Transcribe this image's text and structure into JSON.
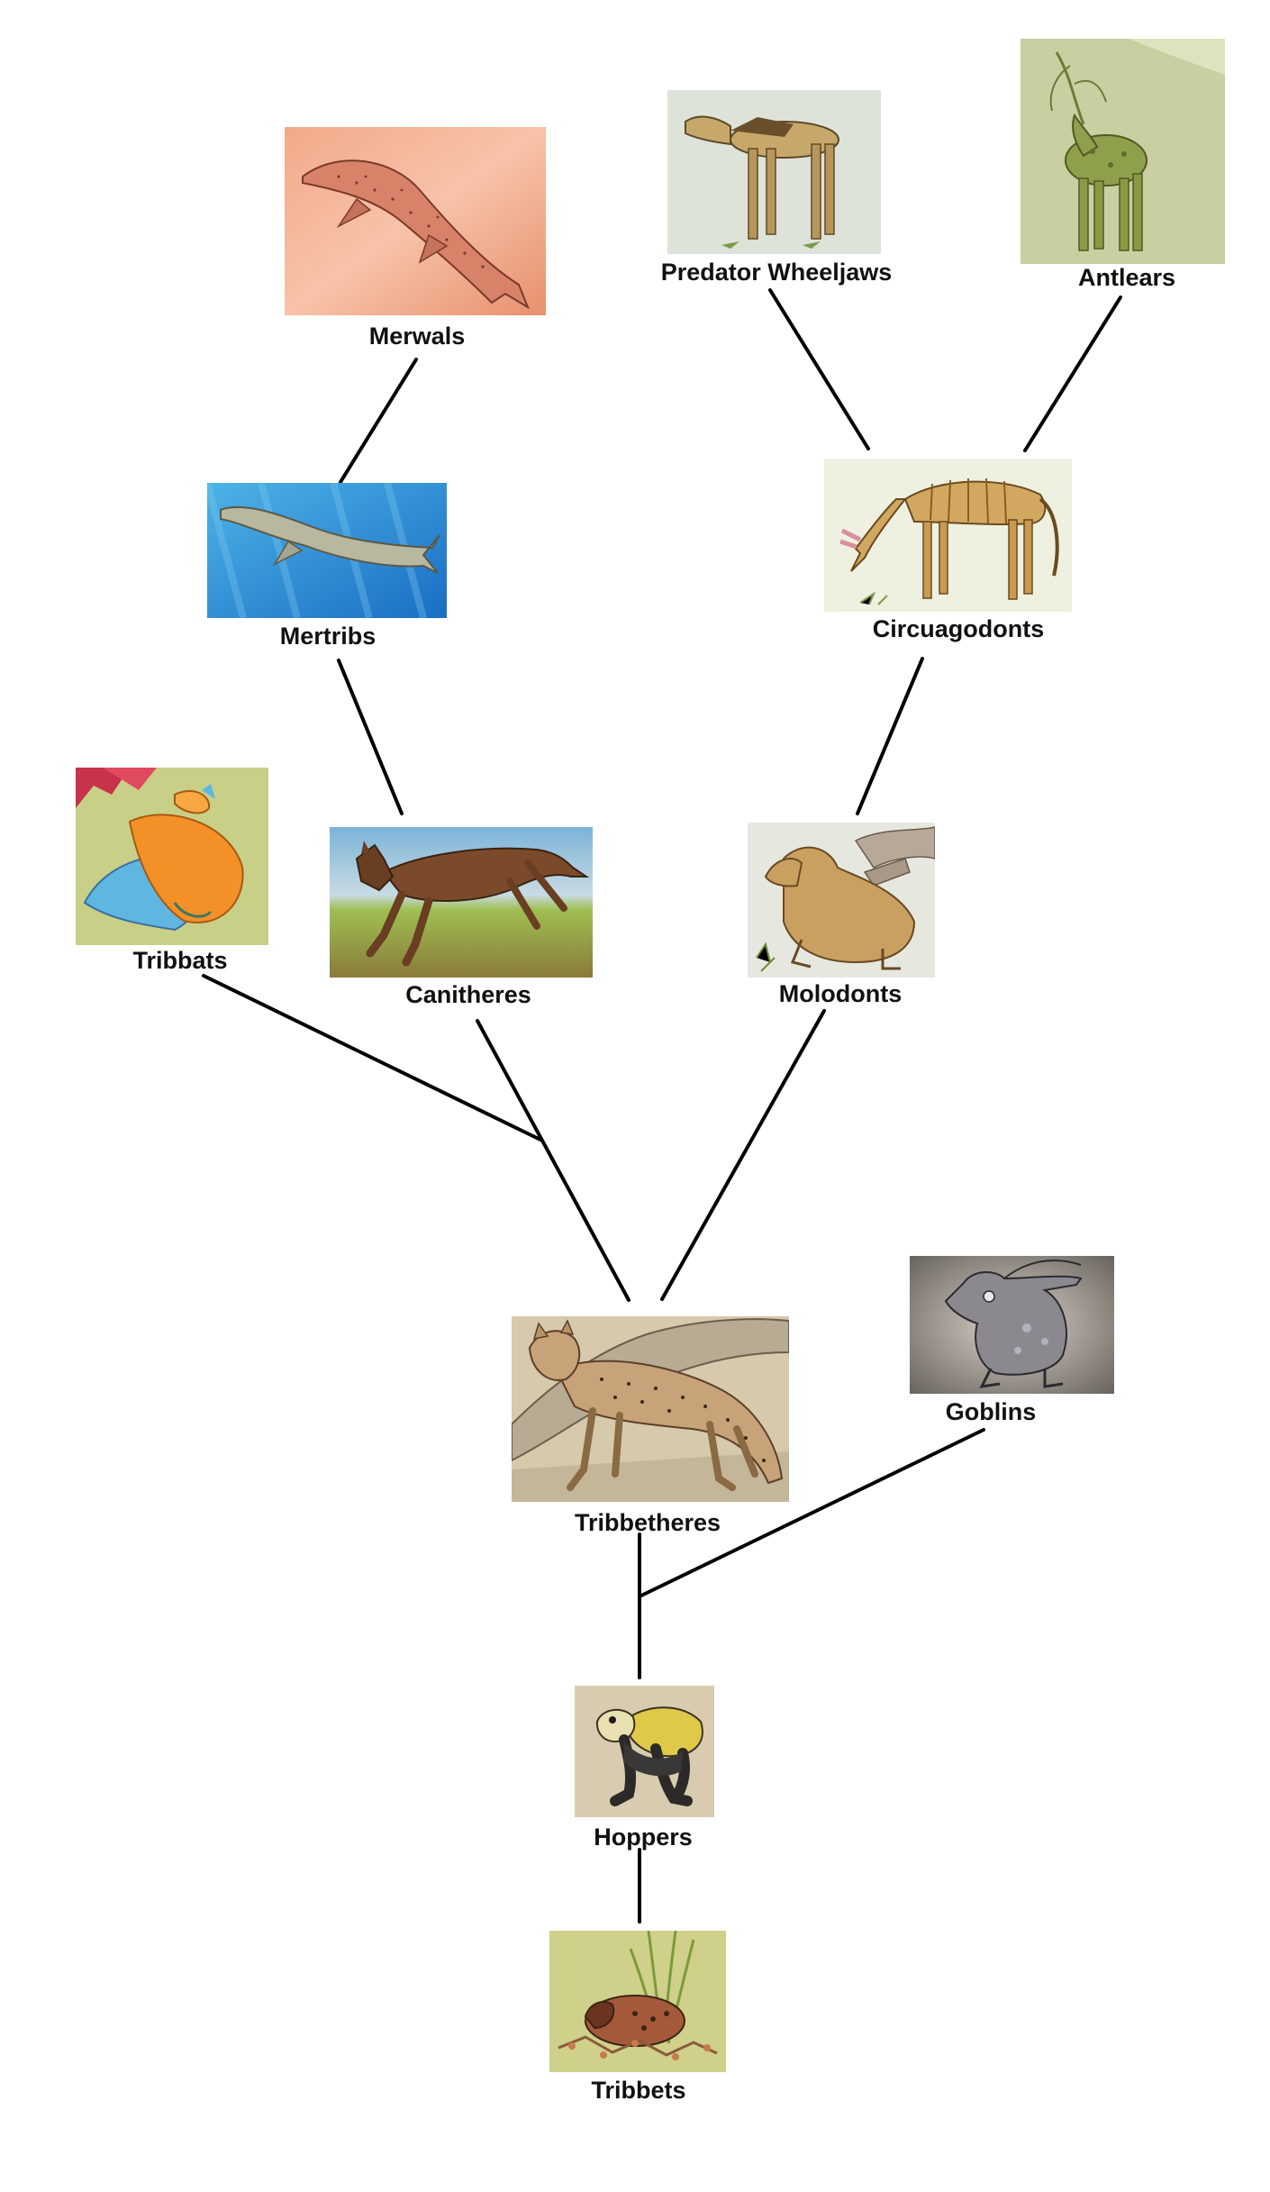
{
  "tree": {
    "nodes": [
      {
        "id": "merwals",
        "label": "Merwals",
        "image": "merwal-illustration"
      },
      {
        "id": "predator-wheeljaws",
        "label": "Predator Wheeljaws",
        "image": "predator-wheeljaw-illustration"
      },
      {
        "id": "antlears",
        "label": "Antlears",
        "image": "antlear-illustration"
      },
      {
        "id": "mertribs",
        "label": "Mertribs",
        "image": "mertrib-illustration"
      },
      {
        "id": "circuagodonts",
        "label": "Circuagodonts",
        "image": "circuagodont-illustration"
      },
      {
        "id": "tribbats",
        "label": "Tribbats",
        "image": "tribbat-illustration"
      },
      {
        "id": "canitheres",
        "label": "Canitheres",
        "image": "canithere-illustration"
      },
      {
        "id": "molodonts",
        "label": "Molodonts",
        "image": "molodont-illustration"
      },
      {
        "id": "goblins",
        "label": "Goblins",
        "image": "goblin-illustration"
      },
      {
        "id": "tribbetheres",
        "label": "Tribbetheres",
        "image": "tribbethere-illustration"
      },
      {
        "id": "hoppers",
        "label": "Hoppers",
        "image": "hopper-illustration"
      },
      {
        "id": "tribbets",
        "label": "Tribbets",
        "image": "tribbet-illustration"
      }
    ],
    "edges": [
      {
        "from": "merwals",
        "to": "mertribs"
      },
      {
        "from": "mertribs",
        "to": "canitheres"
      },
      {
        "from": "predator-wheeljaws",
        "to": "circuagodonts"
      },
      {
        "from": "antlears",
        "to": "circuagodonts"
      },
      {
        "from": "circuagodonts",
        "to": "molodonts"
      },
      {
        "from": "tribbats",
        "to": "tribbetheres"
      },
      {
        "from": "canitheres",
        "to": "tribbetheres"
      },
      {
        "from": "molodonts",
        "to": "tribbetheres"
      },
      {
        "from": "tribbetheres",
        "to": "hoppers"
      },
      {
        "from": "goblins",
        "to": "hoppers"
      },
      {
        "from": "hoppers",
        "to": "tribbets"
      }
    ],
    "colors": {
      "line": "#000000",
      "label": "#111111",
      "background": "#ffffff"
    }
  }
}
